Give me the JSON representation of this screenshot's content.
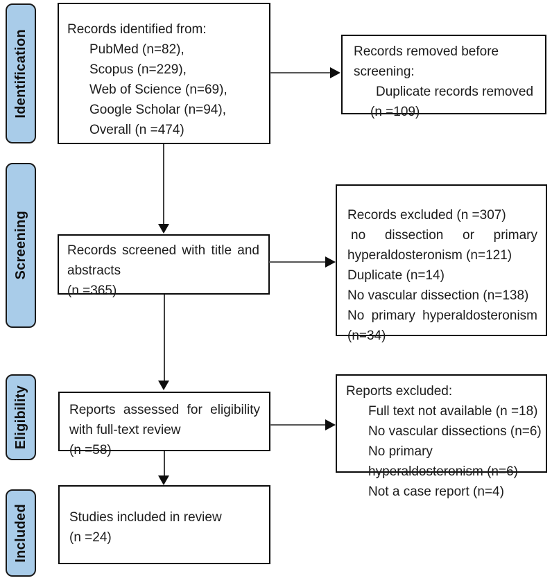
{
  "colors": {
    "stage_fill": "#a9cce9",
    "stage_border": "#1a1a1a",
    "box_border": "#0a0a0a",
    "arrow_line": "#555555",
    "arrow_head": "#0d0d0d",
    "text_color": "#1c1c1c"
  },
  "diagram": {
    "type": "prisma-flow",
    "stages": [
      {
        "label": "Identification"
      },
      {
        "label": "Screening"
      },
      {
        "label": "Eligibility"
      },
      {
        "label": "Included"
      }
    ],
    "boxes": {
      "records_identified": {
        "lines": [
          "Records identified from:",
          "PubMed (n=82),",
          "Scopus (n=229),",
          "Web of Science (n=69),",
          "Google Scholar (n=94),",
          "Overall (n =474)"
        ]
      },
      "records_removed": {
        "lines": [
          "Records removed before",
          "screening:",
          "Duplicate records removed",
          "(n =109)"
        ]
      },
      "records_screened": {
        "lines": [
          "Records screened with title and",
          "abstracts",
          "(n =365)"
        ]
      },
      "records_excluded": {
        "lines": [
          "Records excluded (n =307)",
          "no dissection or primary",
          "hyperaldosteronism (n=121)",
          "Duplicate (n=14)",
          "No vascular dissection (n=138)",
          "No primary hyperaldosteronism",
          "(n=34)"
        ]
      },
      "reports_assessed": {
        "lines": [
          "Reports assessed for eligibility",
          "with full-text review",
          "(n =58)"
        ]
      },
      "reports_excluded": {
        "lines": [
          "Reports excluded:",
          "Full text not available (n =18)",
          "No vascular dissections (n=6)",
          "No primary",
          "hyperaldosteronism (n=6)",
          "Not a case report (n=4)"
        ]
      },
      "studies_included": {
        "lines": [
          "Studies included in review",
          "(n =24)"
        ]
      }
    }
  }
}
